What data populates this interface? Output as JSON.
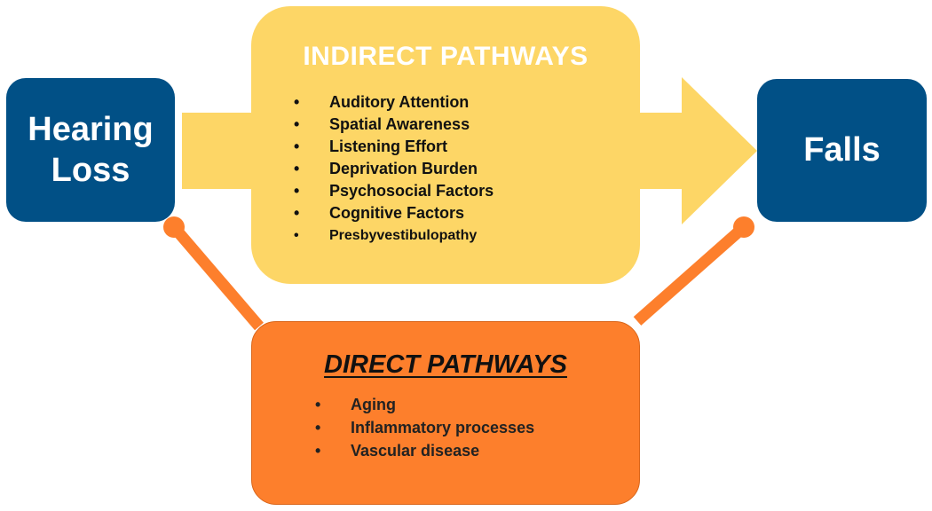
{
  "nodes": {
    "hearing_loss": "Hearing\nLoss",
    "falls": "Falls"
  },
  "indirect": {
    "title": "INDIRECT PATHWAYS",
    "bullet": "•",
    "items": [
      "Auditory Attention",
      "Spatial Awareness",
      "Listening Effort",
      "Deprivation Burden",
      "Psychosocial Factors",
      "Cognitive Factors",
      "Presbyvestibulopathy"
    ]
  },
  "direct": {
    "title": "DIRECT PATHWAYS",
    "bullet": "•",
    "items": [
      "Aging",
      "Inflammatory processes",
      "Vascular disease"
    ]
  },
  "colors": {
    "node_blue": "#015086",
    "indirect_yellow": "#fdd666",
    "direct_orange": "#fd7f2c",
    "connector_orange": "#fd7f2c"
  }
}
